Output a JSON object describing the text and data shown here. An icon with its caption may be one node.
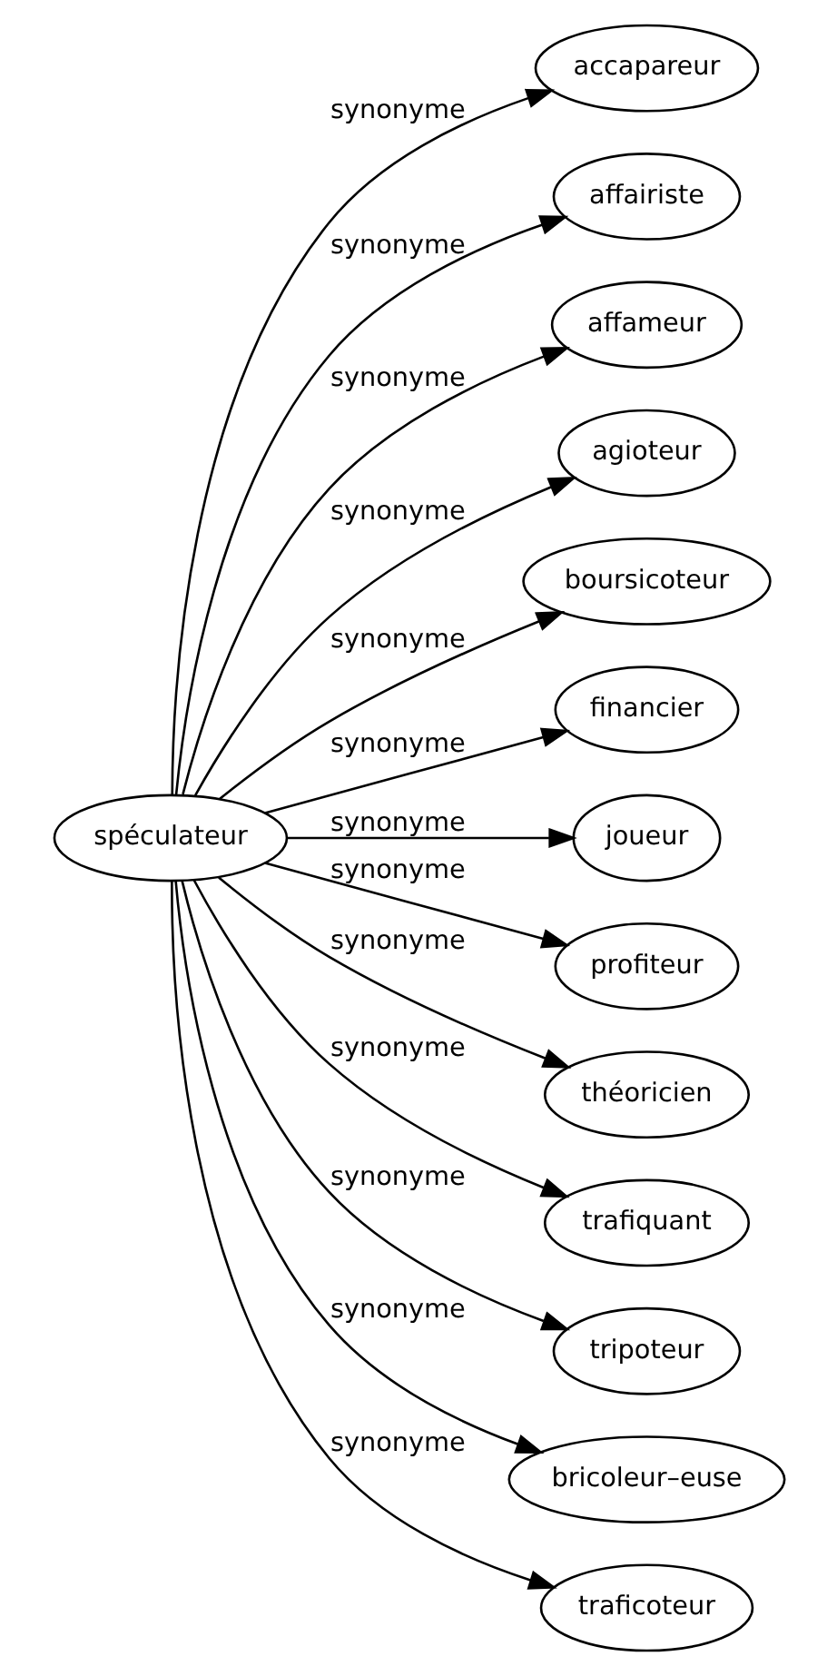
{
  "diagram": {
    "nodes": [
      {
        "text": [
          "spéculateur"
        ]
      },
      {
        "text": [
          "accapareur"
        ]
      },
      {
        "text": [
          "affairiste"
        ]
      },
      {
        "text": [
          "affameur"
        ]
      },
      {
        "text": [
          "agioteur"
        ]
      },
      {
        "text": [
          "boursicoteur"
        ]
      },
      {
        "text": [
          "financier"
        ]
      },
      {
        "text": [
          "joueur"
        ]
      },
      {
        "text": [
          "profiteur"
        ]
      },
      {
        "text": [
          "théoricien"
        ]
      },
      {
        "text": [
          "trafiquant"
        ]
      },
      {
        "text": [
          "tripoteur"
        ]
      },
      {
        "text": [
          "bricoleur–euse"
        ]
      },
      {
        "text": [
          "traficoteur"
        ]
      }
    ],
    "edges": [
      {
        "from": 0,
        "to": 1,
        "arrow": "to",
        "label": "synonyme"
      },
      {
        "from": 0,
        "to": 2,
        "arrow": "to",
        "label": "synonyme"
      },
      {
        "from": 0,
        "to": 3,
        "arrow": "to",
        "label": "synonyme"
      },
      {
        "from": 0,
        "to": 4,
        "arrow": "to",
        "label": "synonyme"
      },
      {
        "from": 0,
        "to": 5,
        "arrow": "to",
        "label": "synonyme"
      },
      {
        "from": 0,
        "to": 6,
        "arrow": "to",
        "label": "synonyme"
      },
      {
        "from": 0,
        "to": 7,
        "arrow": "to",
        "label": "synonyme"
      },
      {
        "from": 0,
        "to": 8,
        "arrow": "to",
        "label": "synonyme"
      },
      {
        "from": 0,
        "to": 9,
        "arrow": "to",
        "label": "synonyme"
      },
      {
        "from": 0,
        "to": 10,
        "arrow": "to",
        "label": "synonyme"
      },
      {
        "from": 0,
        "to": 11,
        "arrow": "to",
        "label": "synonyme"
      },
      {
        "from": 0,
        "to": 12,
        "arrow": "to",
        "label": "synonyme"
      },
      {
        "from": 0,
        "to": 13,
        "arrow": "to",
        "label": "synonyme"
      }
    ]
  }
}
